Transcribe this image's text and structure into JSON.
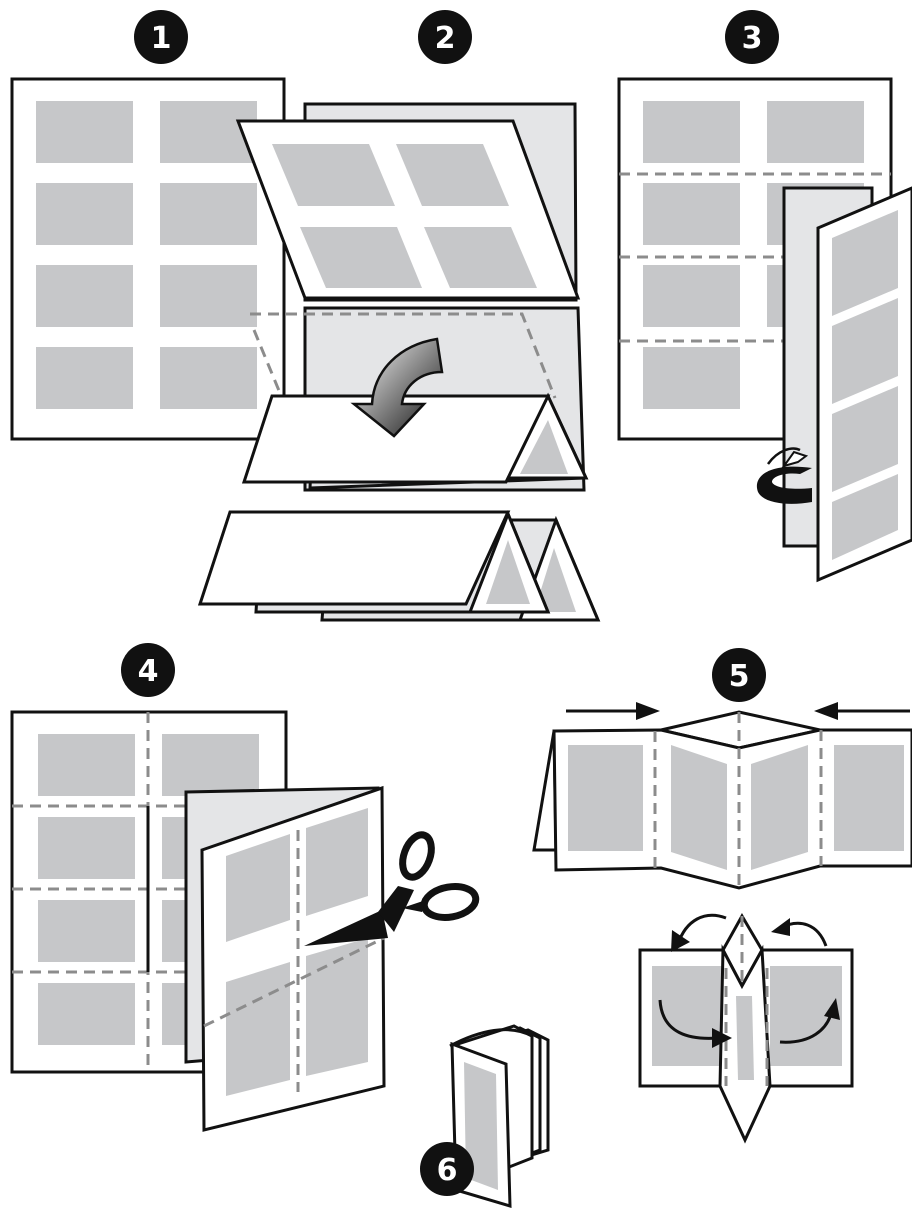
{
  "steps": [
    {
      "id": 1,
      "label": "1"
    },
    {
      "id": 2,
      "label": "2"
    },
    {
      "id": 3,
      "label": "3"
    },
    {
      "id": 4,
      "label": "4"
    },
    {
      "id": 5,
      "label": "5"
    },
    {
      "id": 6,
      "label": "6"
    }
  ],
  "colors": {
    "outline": "#111111",
    "panel": "#c6c7c9",
    "back_sheet": "#e4e5e7",
    "fold_line": "#8c8c8c"
  },
  "icons": [
    "scissors-icon",
    "curved-arrow-icon",
    "rotate-arrow-icon",
    "push-arrow-icon"
  ]
}
